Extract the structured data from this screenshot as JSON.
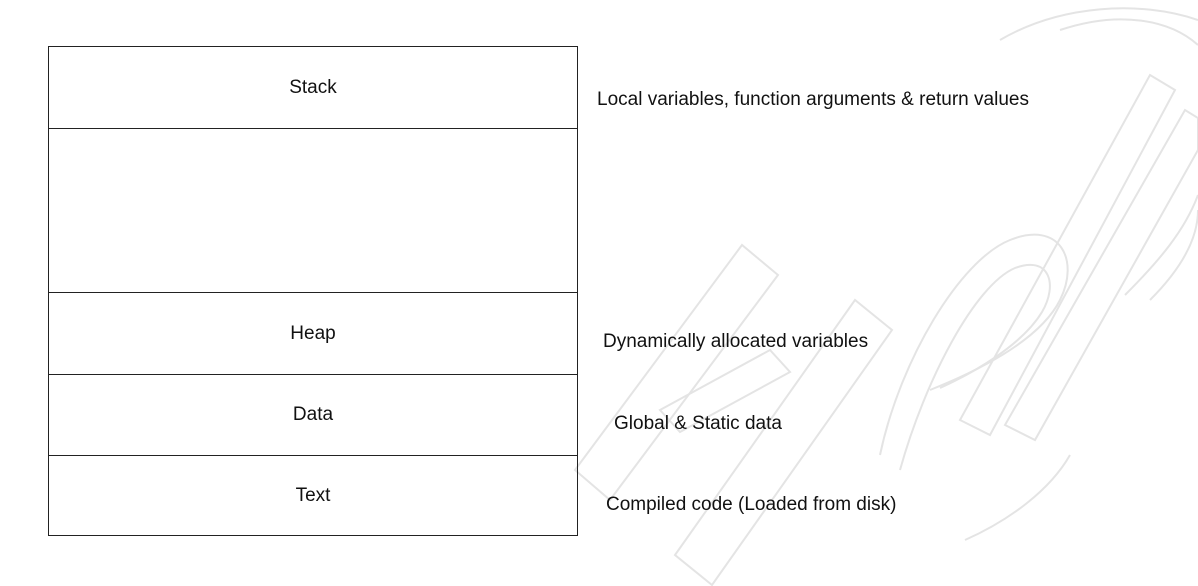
{
  "diagram": {
    "segments": [
      {
        "label": "Stack",
        "description": "Local variables, function arguments & return values"
      },
      {
        "label": "",
        "description": ""
      },
      {
        "label": "Heap",
        "description": "Dynamically allocated variables"
      },
      {
        "label": "Data",
        "description": "Global & Static data"
      },
      {
        "label": "Text",
        "description": "Compiled code (Loaded from disk)"
      }
    ]
  },
  "colors": {
    "border": "#222222",
    "text": "#111111",
    "watermark": "#e2e2e2"
  }
}
